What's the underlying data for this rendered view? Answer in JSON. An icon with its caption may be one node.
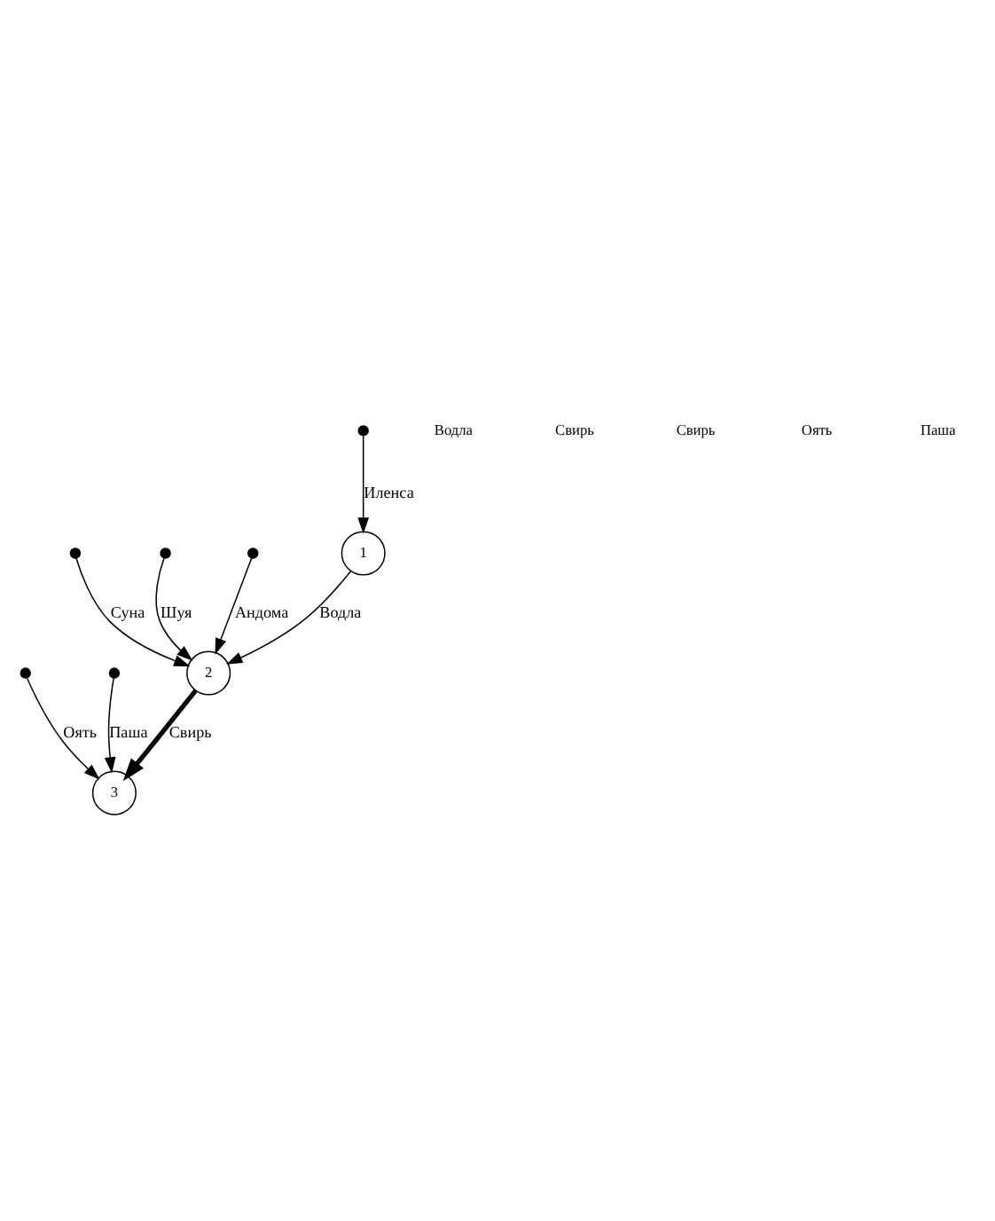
{
  "diagram": {
    "nodes": [
      {
        "text": [
          "1"
        ]
      },
      {
        "text": [
          "2"
        ]
      },
      {
        "text": [
          "3"
        ]
      },
      {
        "text": [],
        "shape": "dot"
      },
      {
        "text": [],
        "shape": "dot"
      },
      {
        "text": [],
        "shape": "dot"
      },
      {
        "text": [],
        "shape": "dot"
      },
      {
        "text": [],
        "shape": "dot"
      },
      {
        "text": [],
        "shape": "dot"
      }
    ],
    "edges": [
      {
        "from": 3,
        "to": 1,
        "arrow": "to",
        "label": "Суна"
      },
      {
        "from": 5,
        "to": 0,
        "arrow": "to",
        "label": "Иленса"
      },
      {
        "from": 4,
        "to": 1,
        "arrow": "to",
        "label": "Шуя"
      },
      {
        "from": 0,
        "to": 1,
        "arrow": "to",
        "label": "Водла"
      },
      {
        "from": 6,
        "to": 1,
        "arrow": "to",
        "label": "Андома"
      },
      {
        "from": 1,
        "to": 2,
        "arrow": "to",
        "label": "Свирь",
        "style": "thick"
      },
      {
        "from": 7,
        "to": 2,
        "arrow": "to",
        "label": "Оять"
      },
      {
        "from": 8,
        "to": 2,
        "arrow": "to",
        "label": "Паша"
      }
    ],
    "labels": [
      "Водла",
      "Свирь",
      "Свирь",
      "Оять",
      "Паша"
    ]
  }
}
